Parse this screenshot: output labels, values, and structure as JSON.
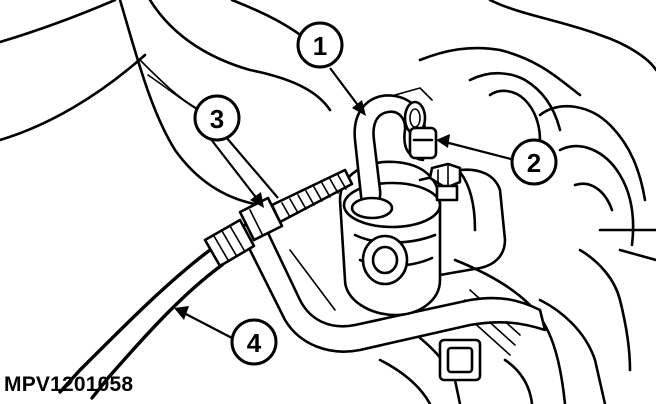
{
  "callouts": [
    {
      "id": "1",
      "label": "1"
    },
    {
      "id": "2",
      "label": "2"
    },
    {
      "id": "3",
      "label": "3"
    },
    {
      "id": "4",
      "label": "4"
    }
  ],
  "reference_code": "MPV1201058",
  "colors": {
    "line": "#000000",
    "background": "#ffffff"
  }
}
